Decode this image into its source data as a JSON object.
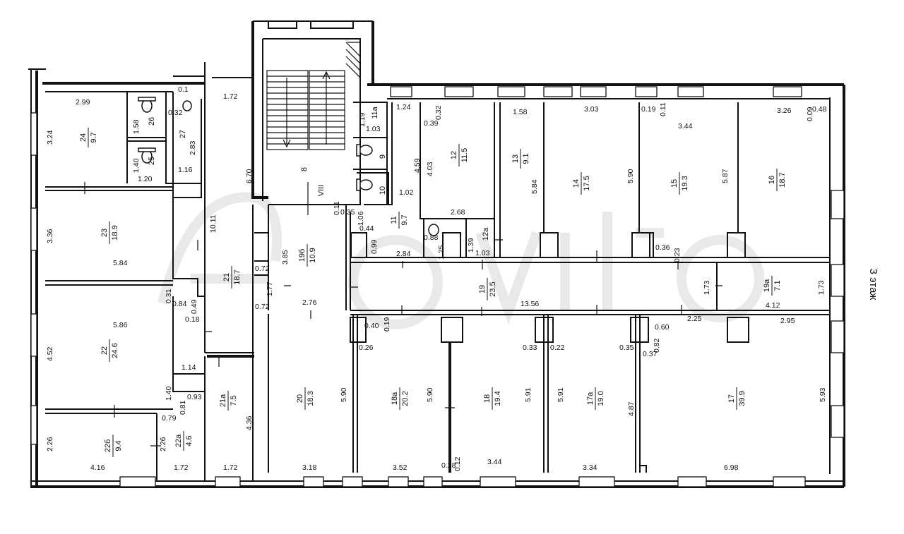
{
  "floor_label": "3 этаж",
  "stair_label": "VIII",
  "rooms": [
    {
      "id": "24",
      "no": "24",
      "area": "9.7"
    },
    {
      "id": "26",
      "no": "26",
      "area": ""
    },
    {
      "id": "25",
      "no": "25",
      "area": ""
    },
    {
      "id": "27",
      "no": "27",
      "area": ""
    },
    {
      "id": "23",
      "no": "23",
      "area": "18.9"
    },
    {
      "id": "22",
      "no": "22",
      "area": "24.6"
    },
    {
      "id": "22b",
      "no": "22б",
      "area": "9.4"
    },
    {
      "id": "22a",
      "no": "22а",
      "area": "4.6"
    },
    {
      "id": "21",
      "no": "21",
      "area": "18.7"
    },
    {
      "id": "21a",
      "no": "21а",
      "area": "7.5"
    },
    {
      "id": "8",
      "no": "8",
      "area": ""
    },
    {
      "id": "19b",
      "no": "19б",
      "area": "10.9"
    },
    {
      "id": "11a",
      "no": "11а",
      "area": ""
    },
    {
      "id": "9",
      "no": "9",
      "area": ""
    },
    {
      "id": "10",
      "no": "10",
      "area": ""
    },
    {
      "id": "11",
      "no": "11",
      "area": "9.7"
    },
    {
      "id": "12",
      "no": "12",
      "area": "11.5"
    },
    {
      "id": "12a",
      "no": "12а",
      "area": ""
    },
    {
      "id": "13",
      "no": "13",
      "area": "9.1"
    },
    {
      "id": "14",
      "no": "14",
      "area": "17.5"
    },
    {
      "id": "15",
      "no": "15",
      "area": "19.3"
    },
    {
      "id": "16",
      "no": "16",
      "area": "18.7"
    },
    {
      "id": "19",
      "no": "19",
      "area": "23.5"
    },
    {
      "id": "19a",
      "no": "19а",
      "area": "7.1"
    },
    {
      "id": "20",
      "no": "20",
      "area": "18.3"
    },
    {
      "id": "18a",
      "no": "18а",
      "area": "20.2"
    },
    {
      "id": "18",
      "no": "18",
      "area": "19.4"
    },
    {
      "id": "17a",
      "no": "17а",
      "area": "19.0"
    },
    {
      "id": "17",
      "no": "17",
      "area": "39.9"
    }
  ],
  "dimensions": [
    "2.99",
    "3.24",
    "0.1",
    "0.32",
    "1.58",
    "1.40",
    "1.20",
    "1.16",
    "2.83",
    "1.72",
    "6.70",
    "3.36",
    "5.84",
    "10.11",
    "0.72",
    "3.85",
    "0.72",
    "1.77",
    "5.86",
    "0.31",
    "0.84",
    "0.49",
    "0.18",
    "4.52",
    "1.14",
    "1.40",
    "0.93",
    "0.81",
    "0.79",
    "2.26",
    "2.26",
    "4.16",
    "1.72",
    "1.72",
    "4.36",
    "1.24",
    "1.19",
    "1.03",
    "0.32",
    "0.39",
    "4.59",
    "4.03",
    "1.02",
    "1.06",
    "0.11",
    "0.35",
    "0.44",
    "0.99",
    "0.88",
    "1.25",
    "2.84",
    "2.68",
    "1.39",
    "1.03",
    "1.58",
    "5.84",
    "3.03",
    "5.90",
    "0.19",
    "0.11",
    "3.44",
    "5.87",
    "3.26",
    "0.48",
    "0.09",
    "0.36",
    "0.23",
    "1.73",
    "1.73",
    "13.56",
    "4.12",
    "2.76",
    "0.40",
    "0.19",
    "0.26",
    "5.90",
    "5.90",
    "5.91",
    "0.33",
    "0.22",
    "5.91",
    "4.87",
    "0.35",
    "0.60",
    "0.82",
    "0.37",
    "2.25",
    "2.95",
    "5.93",
    "3.18",
    "3.52",
    "0.28",
    "0.12",
    "3.44",
    "3.34",
    "6.98"
  ]
}
